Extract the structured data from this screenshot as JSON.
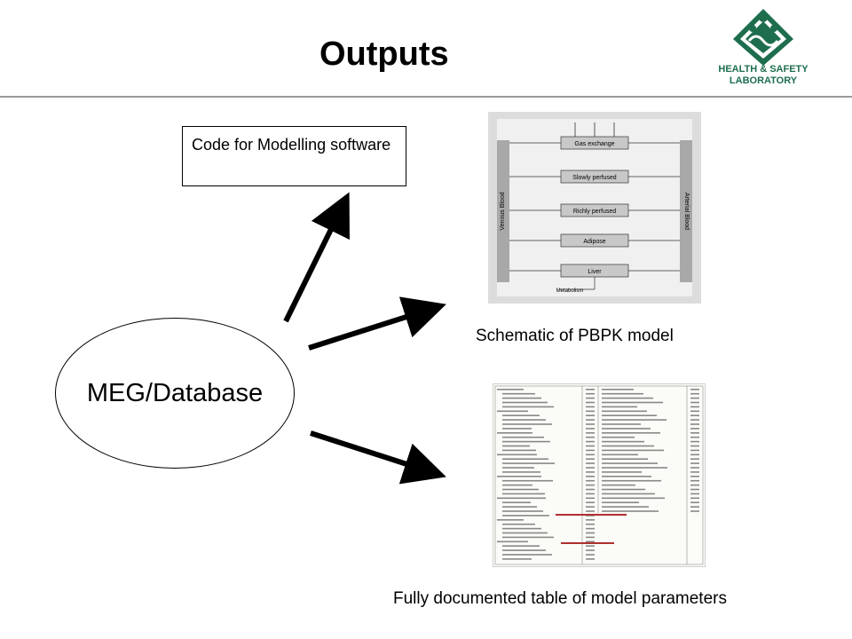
{
  "slide": {
    "title": "Outputs",
    "logo_text": [
      "HEALTH & SAFETY",
      "LABORATORY"
    ]
  },
  "center_node": {
    "label": "MEG/Database"
  },
  "outputs": {
    "code": {
      "label": "Code for Modelling software"
    },
    "schematic": {
      "caption": "Schematic of PBPK model",
      "compartments": [
        "Gas exchange",
        "Slowly perfused",
        "Richly perfused",
        "Adipose",
        "Liver"
      ],
      "side_labels": {
        "left": "Venous Blood",
        "right": "Arterial Blood"
      },
      "bottom_label": "Metabolism"
    },
    "table": {
      "caption": "Fully documented table of model parameters"
    }
  },
  "colors": {
    "logo_green": "#1e6e4e",
    "accent": "#000000"
  }
}
